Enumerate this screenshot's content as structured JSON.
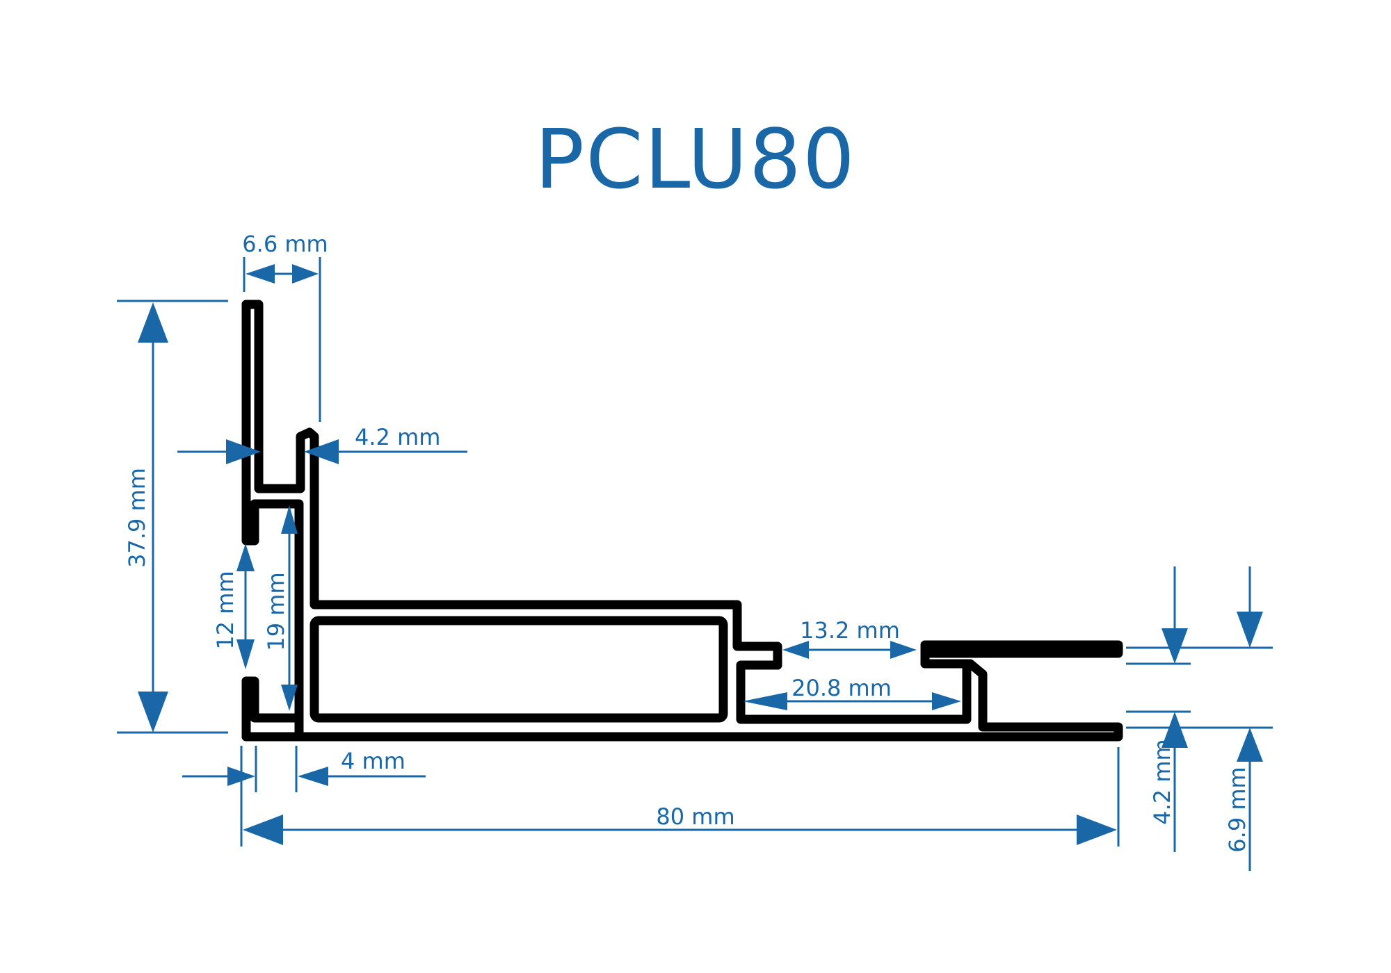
{
  "title": "PCLU80",
  "colors": {
    "accent": "#1a67a8",
    "profile": "#000000",
    "background": "#ffffff"
  },
  "dimensions": {
    "top_width": "6.6 mm",
    "slot_gap": "4.2 mm",
    "total_height": "37.9 mm",
    "lower_gap": "12 mm",
    "inner_height": "19 mm",
    "wall_thickness": "4 mm",
    "overall_width": "80 mm",
    "channel_opening": "13.2 mm",
    "channel_width": "20.8 mm",
    "flange_gap": "4.2 mm",
    "flange_height": "6.9 mm"
  }
}
